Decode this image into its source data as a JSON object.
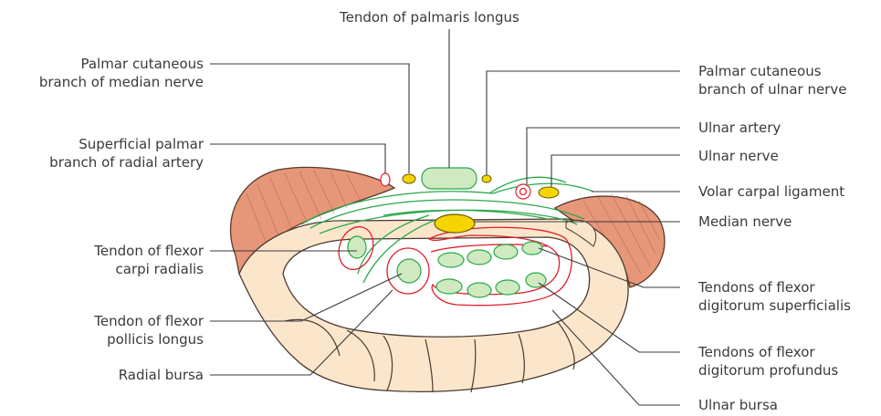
{
  "labels": {
    "palmaris_longus": "Tendon of palmaris longus",
    "palmar_cut_median": [
      "Palmar cutaneous",
      "branch of median nerve"
    ],
    "palmar_cut_ulnar": [
      "Palmar cutaneous",
      "branch of ulnar nerve"
    ],
    "superficial_palmar": [
      "Superficial palmar",
      "branch of radial artery"
    ],
    "ulnar_artery": "Ulnar artery",
    "ulnar_nerve": "Ulnar nerve",
    "volar_carpal": "Volar carpal ligament",
    "median_nerve": "Median nerve",
    "fcr": [
      "Tendon of flexor",
      "carpi radialis"
    ],
    "fds": [
      "Tendons of flexor",
      "digitorum superficialis"
    ],
    "fpl": [
      "Tendon of flexor",
      "pollicis longus"
    ],
    "fdp": [
      "Tendons of flexor",
      "digitorum profundus"
    ],
    "radial_bursa": "Radial bursa",
    "ulnar_bursa": "Ulnar bursa"
  },
  "colors": {
    "muscle": "#e6977a",
    "bone": "#fbe6cc",
    "tendon_fill": "#cfeac0",
    "tendon_stroke": "#2aa84a",
    "bursa": "#e0202a",
    "nerve": "#f5d400",
    "text": "#3a3a3a"
  }
}
